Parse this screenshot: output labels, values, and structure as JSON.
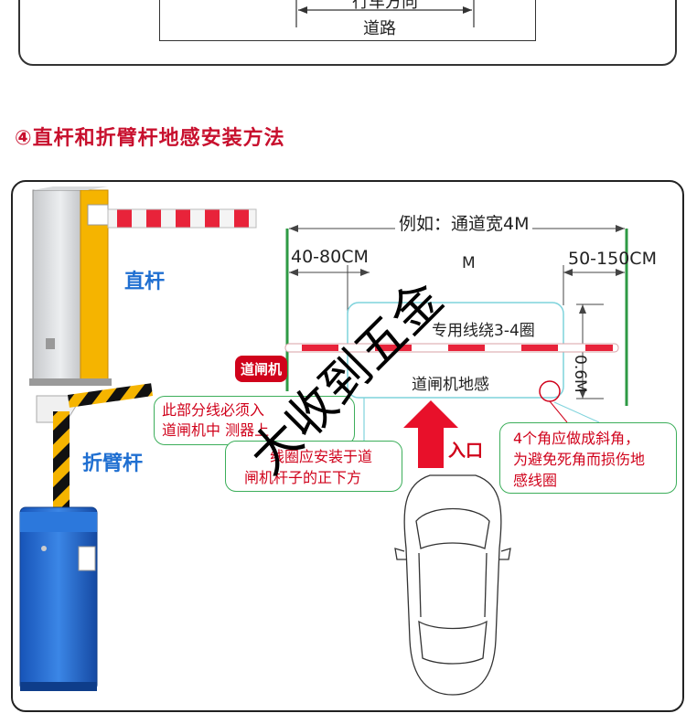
{
  "top_diagram": {
    "direction_label": "行车方向",
    "road_label": "道路"
  },
  "section_title": "④直杆和折臂杆地感安装方法",
  "labels": {
    "straight_bar": "直杆",
    "folding_bar": "折臂杆",
    "example_width": "例如：通道宽4M",
    "left_gap": "40-80CM",
    "middle_partial": "M",
    "right_gap": "50-150CM",
    "loop_turns": "专用线绕3-4圈",
    "barrier_badge": "道闸机",
    "loop_sensor": "道闸机地感",
    "depth": "0.6M",
    "entrance": "入口",
    "note_wire_line1": "此部分线必须入",
    "note_wire_line2": "道闸机中 测器上",
    "note_install_line1": "线圈应安装于道",
    "note_install_line2": "闸机杆子的正下方",
    "note_corner_line1": "4个角应做成斜角，",
    "note_corner_line2": "为避免死角而损伤地",
    "note_corner_line3": "感线圈",
    "watermark": "大收到五金"
  },
  "colors": {
    "accent_red": "#d0021b",
    "title_red": "#c8102e",
    "label_blue": "#1f6fd1",
    "pole_green": "#2e9a44",
    "loop_cyan": "#7fd3dc",
    "barrier_yellow": "#f5b400",
    "barrier_blue": "#1e63c8"
  }
}
